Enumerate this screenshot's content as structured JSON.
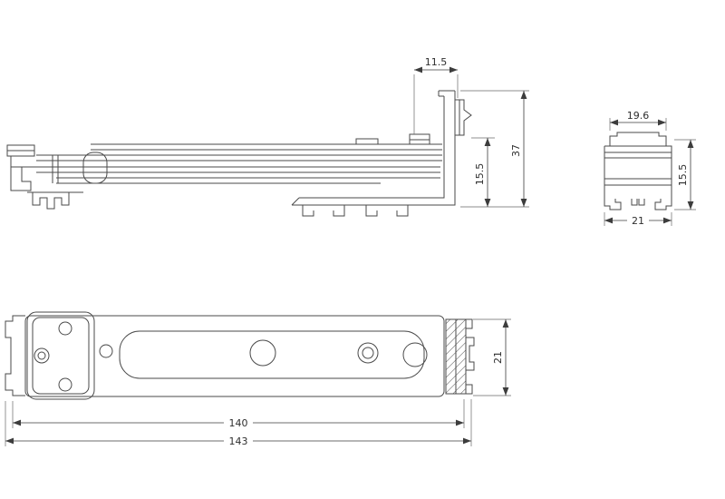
{
  "drawing": {
    "background": "#ffffff",
    "line_color": "#4a4a4a",
    "dimension_color": "#3c3c3c",
    "views": {
      "side_elevation": {
        "dimensions": {
          "clip_offset": "11.5",
          "overall_height": "37",
          "flange_height": "15.5"
        }
      },
      "end_section": {
        "dimensions": {
          "top_width": "19.6",
          "side_height": "15.5",
          "base_width": "21"
        }
      },
      "plan": {
        "dimensions": {
          "body_width": "21",
          "mounting_length": "140",
          "overall_length": "143"
        }
      }
    }
  }
}
